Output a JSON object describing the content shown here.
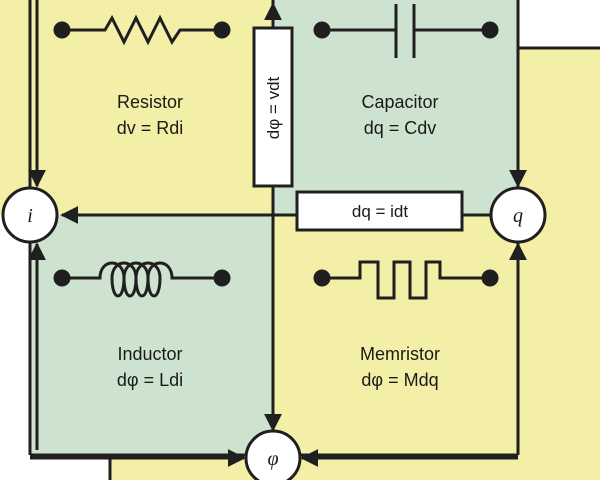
{
  "colors": {
    "yellow": "#f4efa6",
    "green": "#cde3cf",
    "line": "#1f1f1f"
  },
  "quadrants": {
    "resistor": {
      "name": "Resistor",
      "equation": "dv = Rdi"
    },
    "capacitor": {
      "name": "Capacitor",
      "equation": "dq = Cdv"
    },
    "inductor": {
      "name": "Inductor",
      "equation": "dφ = Ldi"
    },
    "memristor": {
      "name": "Memristor",
      "equation": "dφ = Mdq"
    }
  },
  "nodes": {
    "i": "i",
    "q": "q",
    "phi": "φ"
  },
  "relations": {
    "flux_voltage": "dφ = vdt",
    "charge_current": "dq = idt"
  },
  "icons": [
    "resistor-symbol-icon",
    "capacitor-symbol-icon",
    "inductor-symbol-icon",
    "memristor-symbol-icon"
  ]
}
